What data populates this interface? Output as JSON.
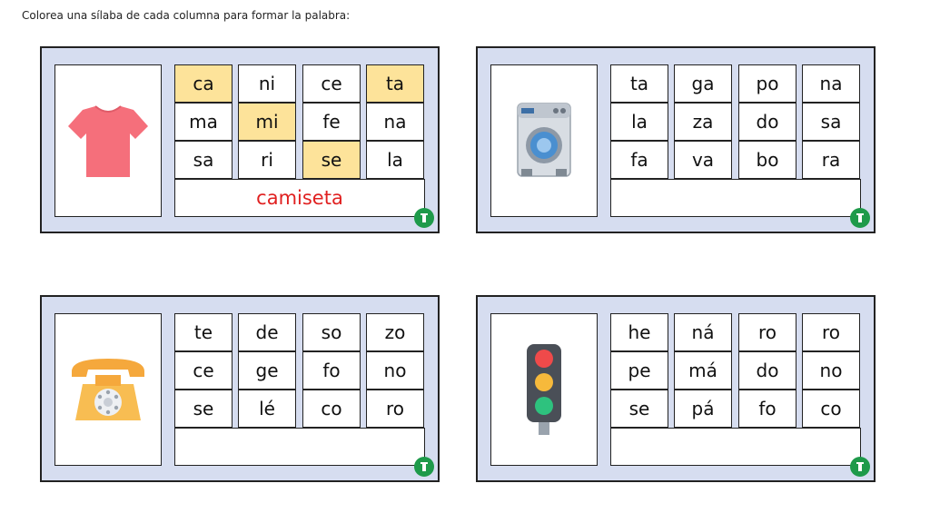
{
  "instruction": "Colorea una sílaba de cada columna para formar la palabra:",
  "colors": {
    "card_bg": "#d6ddf0",
    "highlight": "#fde39a",
    "answer_text": "#e02020",
    "logo": "#1e9a4a"
  },
  "cards": [
    {
      "image": "tshirt-icon",
      "syllables": [
        [
          "ca",
          "ni",
          "ce",
          "ta"
        ],
        [
          "ma",
          "mi",
          "fe",
          "na"
        ],
        [
          "sa",
          "ri",
          "se",
          "la"
        ]
      ],
      "highlighted": [
        [
          0,
          0
        ],
        [
          1,
          1
        ],
        [
          2,
          2
        ],
        [
          0,
          3
        ]
      ],
      "answer": "camiseta"
    },
    {
      "image": "washing-machine-icon",
      "syllables": [
        [
          "ta",
          "ga",
          "po",
          "na"
        ],
        [
          "la",
          "za",
          "do",
          "sa"
        ],
        [
          "fa",
          "va",
          "bo",
          "ra"
        ]
      ],
      "highlighted": [],
      "answer": ""
    },
    {
      "image": "telephone-icon",
      "syllables": [
        [
          "te",
          "de",
          "so",
          "zo"
        ],
        [
          "ce",
          "ge",
          "fo",
          "no"
        ],
        [
          "se",
          "lé",
          "co",
          "ro"
        ]
      ],
      "highlighted": [],
      "answer": ""
    },
    {
      "image": "traffic-light-icon",
      "syllables": [
        [
          "he",
          "ná",
          "ro",
          "ro"
        ],
        [
          "pe",
          "má",
          "do",
          "no"
        ],
        [
          "se",
          "pá",
          "fo",
          "co"
        ]
      ],
      "highlighted": [],
      "answer": ""
    }
  ]
}
